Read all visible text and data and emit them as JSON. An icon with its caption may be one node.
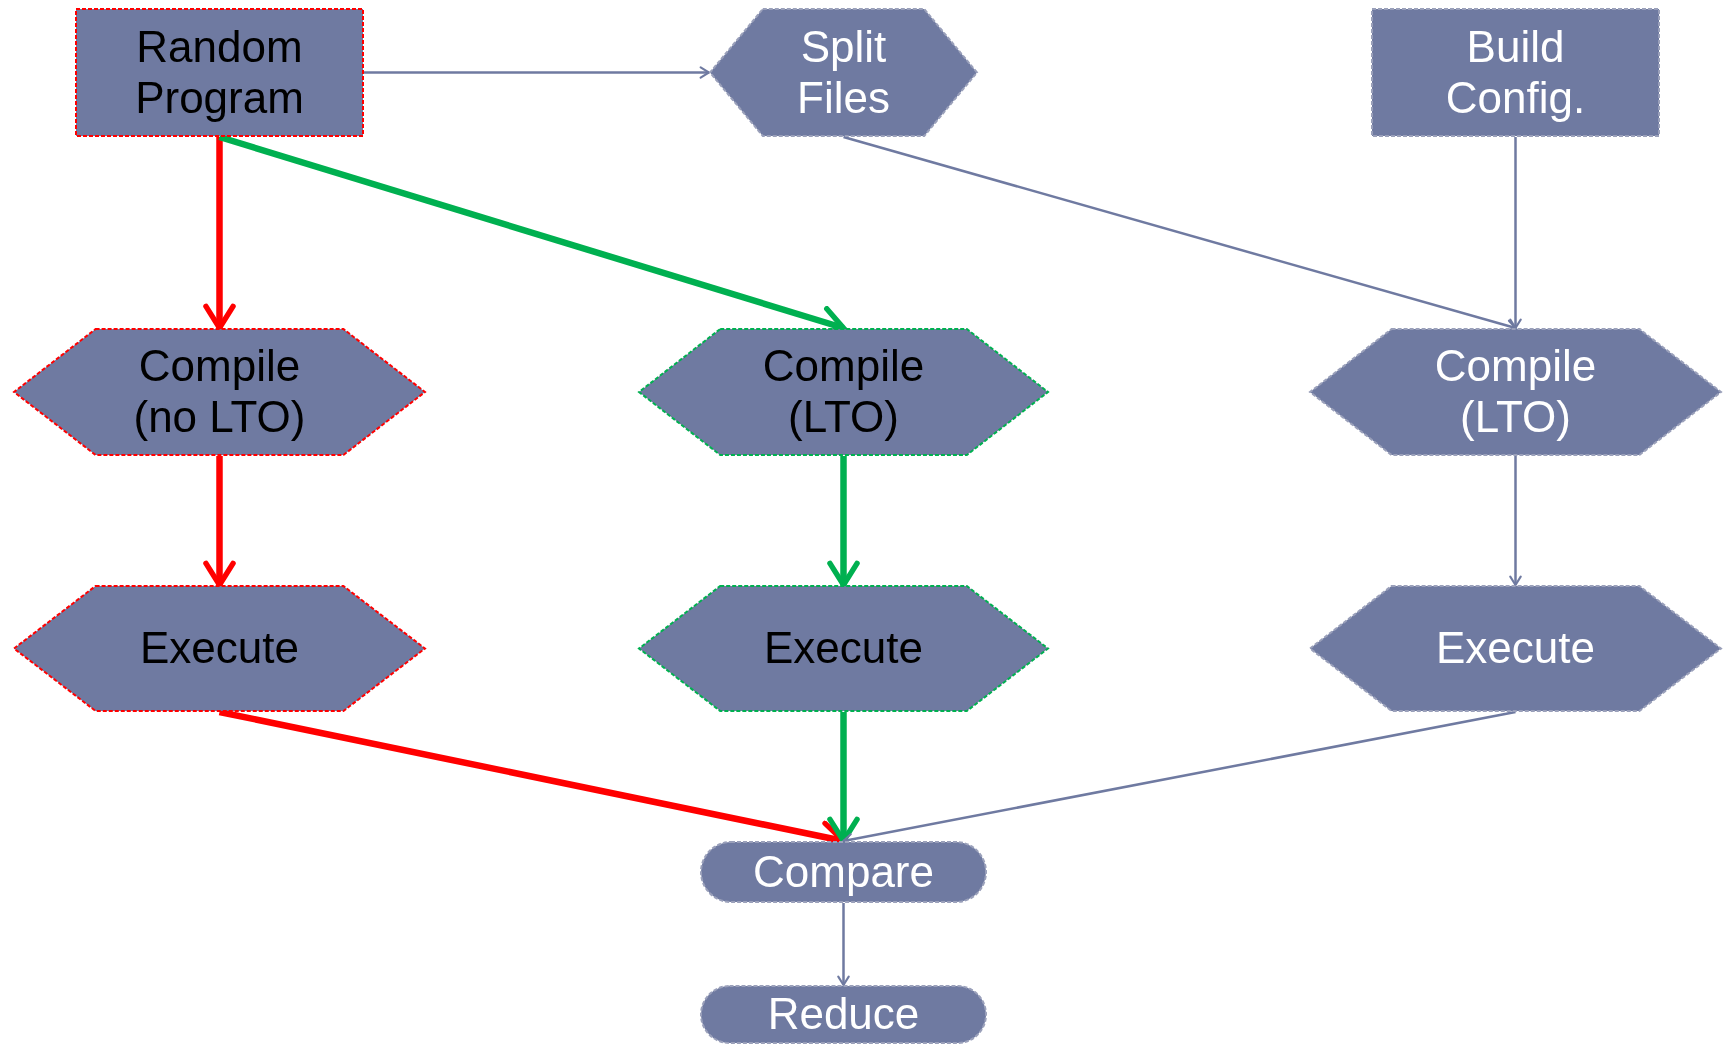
{
  "diagram": {
    "nodes": [
      {
        "text": [
          "Random Program"
        ]
      },
      {
        "text": [
          "Split Files"
        ]
      },
      {
        "text": [
          "Build Config."
        ]
      },
      {
        "text": [
          "Compile (no LTO)"
        ]
      },
      {
        "text": [
          "Compile (LTO)"
        ]
      },
      {
        "text": [
          "Compile (LTO)"
        ]
      },
      {
        "text": [
          "Execute"
        ]
      },
      {
        "text": [
          "Execute"
        ]
      },
      {
        "text": [
          "Execute"
        ]
      },
      {
        "text": [
          "Compare"
        ]
      },
      {
        "text": [
          "Reduce"
        ]
      }
    ],
    "edges": [
      {
        "from": 0,
        "to": 1,
        "arrow": "to"
      },
      {
        "from": 0,
        "to": 3,
        "arrow": "to",
        "style": "thick",
        "color": "#ff0000"
      },
      {
        "from": 0,
        "to": 4,
        "arrow": "to",
        "style": "thick",
        "color": "#00b050"
      },
      {
        "from": 1,
        "to": 5,
        "arrow": "to"
      },
      {
        "from": 2,
        "to": 5,
        "arrow": "to"
      },
      {
        "from": 3,
        "to": 6,
        "arrow": "to",
        "style": "thick",
        "color": "#ff0000"
      },
      {
        "from": 4,
        "to": 7,
        "arrow": "to",
        "style": "thick",
        "color": "#00b050"
      },
      {
        "from": 5,
        "to": 8,
        "arrow": "to"
      },
      {
        "from": 6,
        "to": 9,
        "arrow": "to",
        "style": "thick",
        "color": "#ff0000"
      },
      {
        "from": 7,
        "to": 9,
        "arrow": "to",
        "style": "thick",
        "color": "#00b050"
      },
      {
        "from": 8,
        "to": 9,
        "arrow": "to"
      },
      {
        "from": 9,
        "to": 10,
        "arrow": "to"
      }
    ]
  }
}
